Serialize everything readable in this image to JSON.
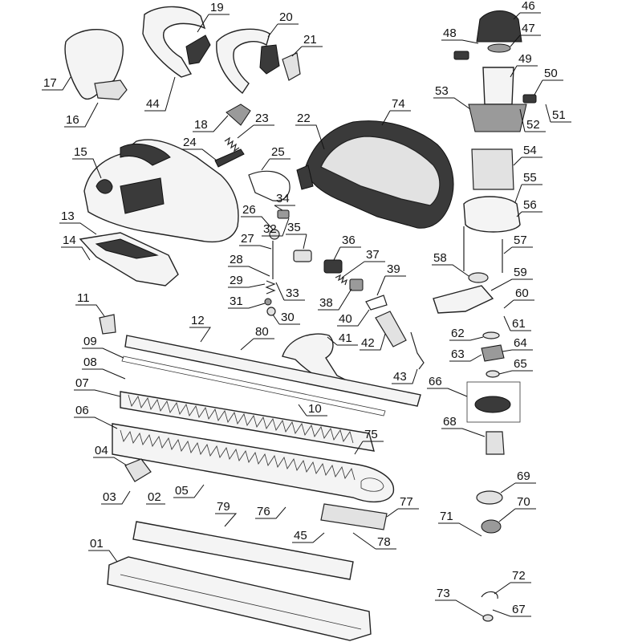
{
  "callouts": [
    {
      "id": "01",
      "text": "01"
    },
    {
      "id": "02",
      "text": "02"
    },
    {
      "id": "03",
      "text": "03"
    },
    {
      "id": "04",
      "text": "04"
    },
    {
      "id": "05",
      "text": "05"
    },
    {
      "id": "06",
      "text": "06"
    },
    {
      "id": "07",
      "text": "07"
    },
    {
      "id": "08",
      "text": "08"
    },
    {
      "id": "09",
      "text": "09"
    },
    {
      "id": "10",
      "text": "10"
    },
    {
      "id": "11",
      "text": "11"
    },
    {
      "id": "12",
      "text": "12"
    },
    {
      "id": "13",
      "text": "13"
    },
    {
      "id": "14",
      "text": "14"
    },
    {
      "id": "15",
      "text": "15"
    },
    {
      "id": "16",
      "text": "16"
    },
    {
      "id": "17",
      "text": "17"
    },
    {
      "id": "18",
      "text": "18"
    },
    {
      "id": "19",
      "text": "19"
    },
    {
      "id": "20",
      "text": "20"
    },
    {
      "id": "21",
      "text": "21"
    },
    {
      "id": "22",
      "text": "22"
    },
    {
      "id": "23",
      "text": "23"
    },
    {
      "id": "24",
      "text": "24"
    },
    {
      "id": "25",
      "text": "25"
    },
    {
      "id": "26",
      "text": "26"
    },
    {
      "id": "27",
      "text": "27"
    },
    {
      "id": "28",
      "text": "28"
    },
    {
      "id": "29",
      "text": "29"
    },
    {
      "id": "30",
      "text": "30"
    },
    {
      "id": "31",
      "text": "31"
    },
    {
      "id": "32",
      "text": "32"
    },
    {
      "id": "33",
      "text": "33"
    },
    {
      "id": "34",
      "text": "34"
    },
    {
      "id": "35",
      "text": "35"
    },
    {
      "id": "36",
      "text": "36"
    },
    {
      "id": "37",
      "text": "37"
    },
    {
      "id": "38",
      "text": "38"
    },
    {
      "id": "39",
      "text": "39"
    },
    {
      "id": "40",
      "text": "40"
    },
    {
      "id": "41",
      "text": "41"
    },
    {
      "id": "42",
      "text": "42"
    },
    {
      "id": "43",
      "text": "43"
    },
    {
      "id": "44",
      "text": "44"
    },
    {
      "id": "45",
      "text": "45"
    },
    {
      "id": "46",
      "text": "46"
    },
    {
      "id": "47",
      "text": "47"
    },
    {
      "id": "48",
      "text": "48"
    },
    {
      "id": "49",
      "text": "49"
    },
    {
      "id": "50",
      "text": "50"
    },
    {
      "id": "51",
      "text": "51"
    },
    {
      "id": "52",
      "text": "52"
    },
    {
      "id": "53",
      "text": "53"
    },
    {
      "id": "54",
      "text": "54"
    },
    {
      "id": "55",
      "text": "55"
    },
    {
      "id": "56",
      "text": "56"
    },
    {
      "id": "57",
      "text": "57"
    },
    {
      "id": "58",
      "text": "58"
    },
    {
      "id": "59",
      "text": "59"
    },
    {
      "id": "60",
      "text": "60"
    },
    {
      "id": "61",
      "text": "61"
    },
    {
      "id": "62",
      "text": "62"
    },
    {
      "id": "63",
      "text": "63"
    },
    {
      "id": "64",
      "text": "64"
    },
    {
      "id": "65",
      "text": "65"
    },
    {
      "id": "66",
      "text": "66"
    },
    {
      "id": "67",
      "text": "67"
    },
    {
      "id": "68",
      "text": "68"
    },
    {
      "id": "69",
      "text": "69"
    },
    {
      "id": "70",
      "text": "70"
    },
    {
      "id": "71",
      "text": "71"
    },
    {
      "id": "72",
      "text": "72"
    },
    {
      "id": "73",
      "text": "73"
    },
    {
      "id": "74",
      "text": "74"
    },
    {
      "id": "75",
      "text": "75"
    },
    {
      "id": "76",
      "text": "76"
    },
    {
      "id": "77",
      "text": "77"
    },
    {
      "id": "78",
      "text": "78"
    },
    {
      "id": "79",
      "text": "79"
    },
    {
      "id": "80",
      "text": "80"
    }
  ]
}
